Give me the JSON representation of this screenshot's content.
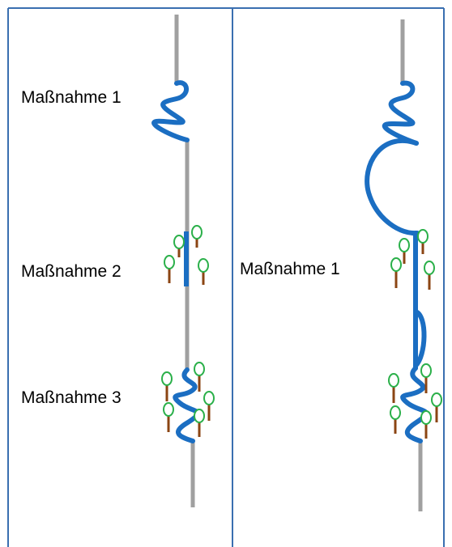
{
  "panels": {
    "left": {
      "labels": [
        "Maßnahme 1",
        "Maßnahme 2",
        "Maßnahme 3"
      ]
    },
    "right": {
      "labels": [
        "Maßnahme 1"
      ]
    }
  },
  "colors": {
    "frame": "#3a6fb0",
    "road": "#a0a0a0",
    "river": "#1b6ec2",
    "tree_crown_fill": "#ffffff",
    "tree_crown_stroke": "#2bb04a",
    "tree_trunk": "#8b4513",
    "text": "#000000"
  }
}
